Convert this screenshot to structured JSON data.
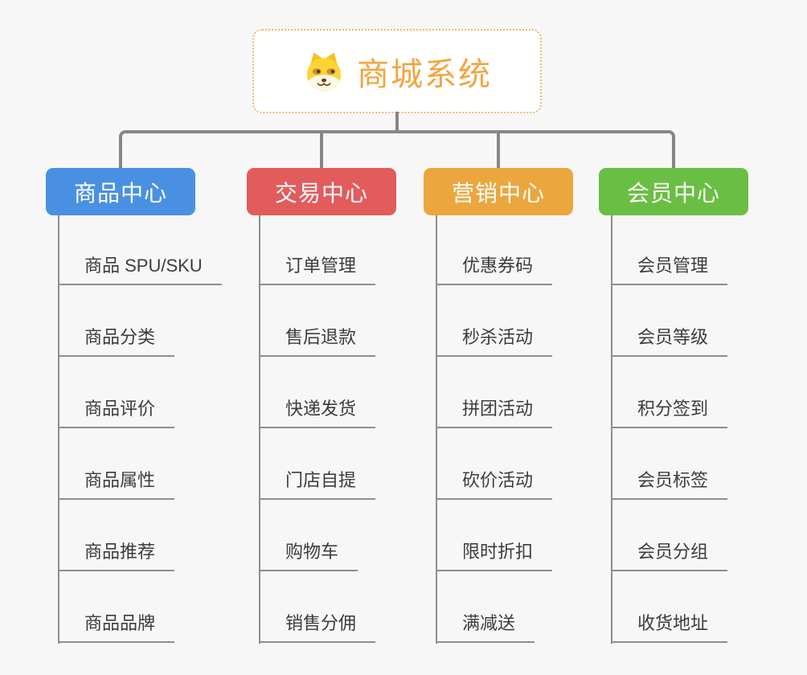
{
  "root": {
    "title": "商城系统",
    "logo_icon": "doge-icon",
    "accent_color": "#f2a53f",
    "border_color": "#f0b763"
  },
  "connector_color": "#868686",
  "branches": [
    {
      "label": "商品中心",
      "color": "#4a90e2",
      "items": [
        "商品 SPU/SKU",
        "商品分类",
        "商品评价",
        "商品属性",
        "商品推荐",
        "商品品牌"
      ]
    },
    {
      "label": "交易中心",
      "color": "#e25c5c",
      "items": [
        "订单管理",
        "售后退款",
        "快递发货",
        "门店自提",
        "购物车",
        "销售分佣"
      ]
    },
    {
      "label": "营销中心",
      "color": "#eba73e",
      "items": [
        "优惠券码",
        "秒杀活动",
        "拼团活动",
        "砍价活动",
        "限时折扣",
        "满减送"
      ]
    },
    {
      "label": "会员中心",
      "color": "#6bbe44",
      "items": [
        "会员管理",
        "会员等级",
        "积分签到",
        "会员标签",
        "会员分组",
        "收货地址"
      ]
    }
  ]
}
